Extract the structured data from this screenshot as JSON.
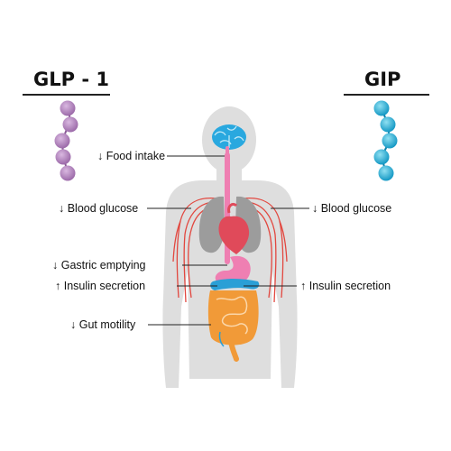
{
  "headers": {
    "left": "GLP - 1",
    "right": "GIP"
  },
  "labels": {
    "food_intake": "↓ Food intake",
    "blood_glucose_left": "↓ Blood glucose",
    "blood_glucose_right": "↓ Blood glucose",
    "gastric_emptying": "↓ Gastric emptying",
    "insulin_secretion_left": "↑ Insulin secretion",
    "insulin_secretion_right": "↑ Insulin secretion",
    "gut_motility": "↓ Gut motility"
  },
  "colors": {
    "glp1_beads": "#b98cc4",
    "gip_beads": "#2bb7db",
    "body": "#dcdcdc",
    "brain": "#29a8df",
    "heart": "#e04a5a",
    "lungs": "#9a9a9a",
    "vessels": "#e2473f",
    "stomach": "#ef7fb2",
    "pancreas": "#2a9fd6",
    "intestine": "#f19a38"
  },
  "icons": {
    "glp1": "peptide-chain-icon",
    "gip": "peptide-chain-icon"
  }
}
